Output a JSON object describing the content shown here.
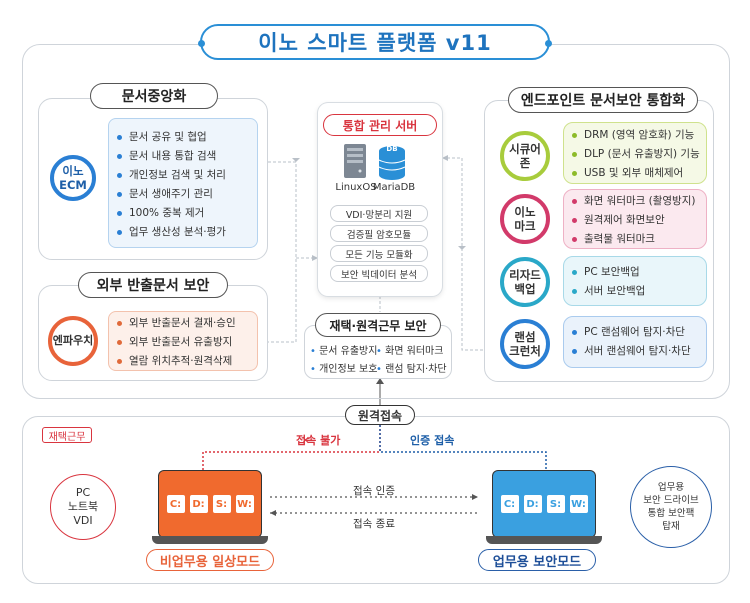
{
  "title": "이노 스마트 플랫폼 v11",
  "doc_central": {
    "label": "문서중앙화",
    "circle": "이노\nECM",
    "items": [
      "문서 공유 및 협업",
      "문서 내용 통합 검색",
      "개인정보 검색 및 처리",
      "문서 생애주기 관리",
      "100% 중복 제거",
      "업무 생산성 분석·평가"
    ]
  },
  "external_doc": {
    "label": "외부 반출문서 보안",
    "circle": "엔파우치",
    "items": [
      "외부 반출문서 결재·승인",
      "외부 반출문서 유출방지",
      "열람 위치추적·원격삭제"
    ]
  },
  "server": {
    "title": "통합 관리 서버",
    "os": "LinuxOS",
    "db_icon_text": "DB",
    "db": "MariaDB",
    "rows": [
      "VDI·망분리 지원",
      "검증필 암호모듈",
      "모든 기능 모듈화",
      "보안 빅데이터 분석"
    ]
  },
  "remote_work": {
    "label": "재택·원격근무 보안",
    "items": [
      "문서 유출방지",
      "화면 워터마크",
      "개인정보 보호",
      "랜섬 탐지·차단"
    ]
  },
  "endpoint": {
    "label": "엔드포인트 문서보안 통합화",
    "groups": [
      {
        "name": "시큐어존",
        "items": [
          "DRM (영역 암호화) 기능",
          "DLP (문서 유출방지) 기능",
          "USB 및 외부 매체제어"
        ]
      },
      {
        "name": "이노\n마크",
        "items": [
          "화면 워터마크 (촬영방지)",
          "원격제어 화면보안",
          "출력물 워터마크"
        ]
      },
      {
        "name": "리자드\n백업",
        "items": [
          "PC 보안백업",
          "서버 보안백업"
        ]
      },
      {
        "name": "랜섬\n크런처",
        "items": [
          "PC 랜섬웨어 탐지·차단",
          "서버 랜섬웨어 탐지·차단"
        ]
      }
    ]
  },
  "home": {
    "tag": "재택근무",
    "remote_access": "원격접속",
    "blocked": "접속 불가",
    "auth": "인증 접속",
    "conn_auth": "접속 인증",
    "conn_end": "접속 종료",
    "left_circle": "PC\n노트북\nVDI",
    "right_circle": "업무용\n보안 드라이브\n통합 보안팩\n탑재",
    "drives": [
      "C:",
      "D:",
      "S:",
      "W:"
    ],
    "left_mode": "비업무용 일상모드",
    "right_mode": "업무용 보안모드"
  },
  "colors": {
    "blue": "#2a8fd6",
    "orange": "#e8633a",
    "red": "#d9353f",
    "green_border": "#a8cc3c",
    "pink": "#d23a6a",
    "teal": "#2aa8c8",
    "laptop_blue": "#3aa0e0",
    "laptop_orange": "#f06a2e"
  }
}
